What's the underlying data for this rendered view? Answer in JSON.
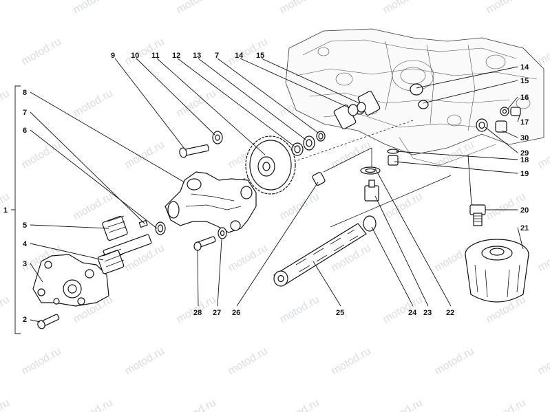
{
  "watermark": "motod.ru",
  "callouts": {
    "c1": "1",
    "c2": "2",
    "c3": "3",
    "c4": "4",
    "c5": "5",
    "c6": "6",
    "c7a": "7",
    "c7b": "7",
    "c8": "8",
    "c9": "9",
    "c10": "10",
    "c11": "11",
    "c12": "12",
    "c13": "13",
    "c14a": "14",
    "c14b": "14",
    "c15a": "15",
    "c15b": "15",
    "c16": "16",
    "c17": "17",
    "c18": "18",
    "c19": "19",
    "c20": "20",
    "c21": "21",
    "c22": "22",
    "c23": "23",
    "c24": "24",
    "c25": "25",
    "c26": "26",
    "c27": "27",
    "c28": "28",
    "c29": "29",
    "c30": "30"
  }
}
